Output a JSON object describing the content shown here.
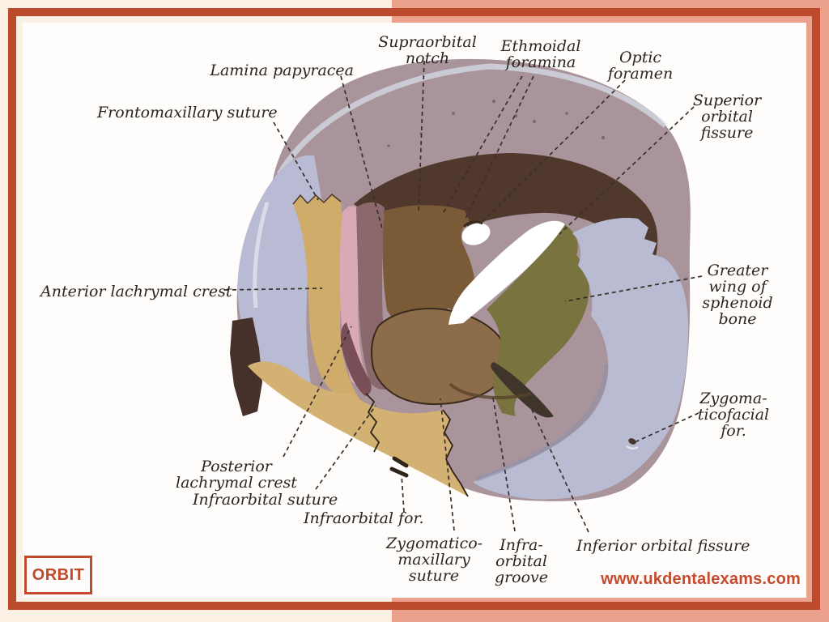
{
  "page": {
    "background_color": "#faf0e4",
    "accent_block_color": "#eba18c",
    "frame_color": "#bc4b2d",
    "panel_color": "#fffdfb"
  },
  "badge": {
    "label": "ORBIT",
    "color": "#c14a2c"
  },
  "watermark": {
    "text": "www.ukdentalexams.com",
    "color": "#c44b2e"
  },
  "figure": {
    "leader_line_color": "#38302a",
    "label_text_color": "#2b251f",
    "bone_colors": {
      "frontal_bone": "#a9949b",
      "orbital_roof_shadow": "#50392c",
      "maxilla_frontal_process": "#d0ac6a",
      "orbital_floor_maxilla": "#d3b173",
      "lacrimal_bone": "#d9a9b5",
      "ethmoid_lamina": "#7b5a38",
      "sphenoid_greater_wing": "#78733f",
      "zygomatic_bone": "#b8bbd1",
      "fissure_white": "#ffffff"
    },
    "labels": {
      "supraorbital_notch": {
        "lines": [
          "Supraorbital",
          "notch"
        ]
      },
      "ethmoidal_foramina": {
        "lines": [
          "Ethmoidal",
          "foramina"
        ]
      },
      "optic_foramen": {
        "lines": [
          "Optic",
          "foramen"
        ]
      },
      "superior_orbital_fissure": {
        "lines": [
          "Superior",
          "orbital",
          "fissure"
        ]
      },
      "lamina_papyracea": {
        "lines": [
          "Lamina papyracea"
        ]
      },
      "frontomaxillary_suture": {
        "lines": [
          "Frontomaxillary suture"
        ]
      },
      "greater_wing_sphenoid": {
        "lines": [
          "Greater",
          "wing of",
          "sphenoid",
          "bone"
        ]
      },
      "anterior_lachrymal_crest": {
        "lines": [
          "Anterior lachrymal crest"
        ]
      },
      "zygomaticofacial_foramen": {
        "lines": [
          "Zygoma-",
          "ticofacial",
          "for."
        ]
      },
      "posterior_lachrymal_crest": {
        "lines": [
          "Posterior",
          "lachrymal crest"
        ]
      },
      "infraorbital_suture": {
        "lines": [
          "Infraorbital suture"
        ]
      },
      "infraorbital_foramen": {
        "lines": [
          "Infraorbital for."
        ]
      },
      "zygomaticomaxillary_suture": {
        "lines": [
          "Zygomatico-",
          "maxillary",
          "suture"
        ]
      },
      "infraorbital_groove": {
        "lines": [
          "Infra-",
          "orbital",
          "groove"
        ]
      },
      "inferior_orbital_fissure": {
        "lines": [
          "Inferior orbital fissure"
        ]
      }
    }
  }
}
